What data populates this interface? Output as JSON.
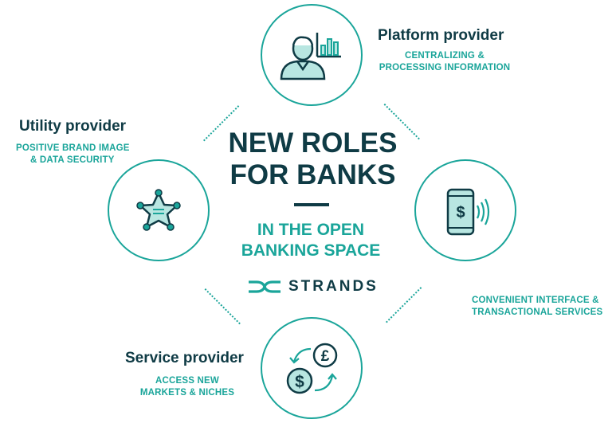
{
  "center": {
    "title_line1": "NEW ROLES",
    "title_line2": "FOR BANKS",
    "subtitle_line1": "IN THE OPEN",
    "subtitle_line2": "BANKING SPACE",
    "brand": "STRANDS"
  },
  "roles": {
    "platform": {
      "title": "Platform provider",
      "desc_line1": "CENTRALIZING &",
      "desc_line2": "PROCESSING INFORMATION",
      "icon": "user-chart-icon"
    },
    "utility": {
      "title": "Utility provider",
      "desc_line1": "POSITIVE BRAND IMAGE",
      "desc_line2": "& DATA SECURITY",
      "icon": "badge-star-icon"
    },
    "interface": {
      "desc_line1": "CONVENIENT INTERFACE &",
      "desc_line2": "TRANSACTIONAL SERVICES",
      "icon": "mobile-payment-icon"
    },
    "service": {
      "title": "Service provider",
      "desc_line1": "ACCESS NEW",
      "desc_line2": "MARKETS & NICHES",
      "icon": "currency-exchange-icon"
    }
  },
  "colors": {
    "teal": "#1aa59a",
    "navy": "#0f3b45",
    "icon_fill": "#b8e6e1"
  }
}
